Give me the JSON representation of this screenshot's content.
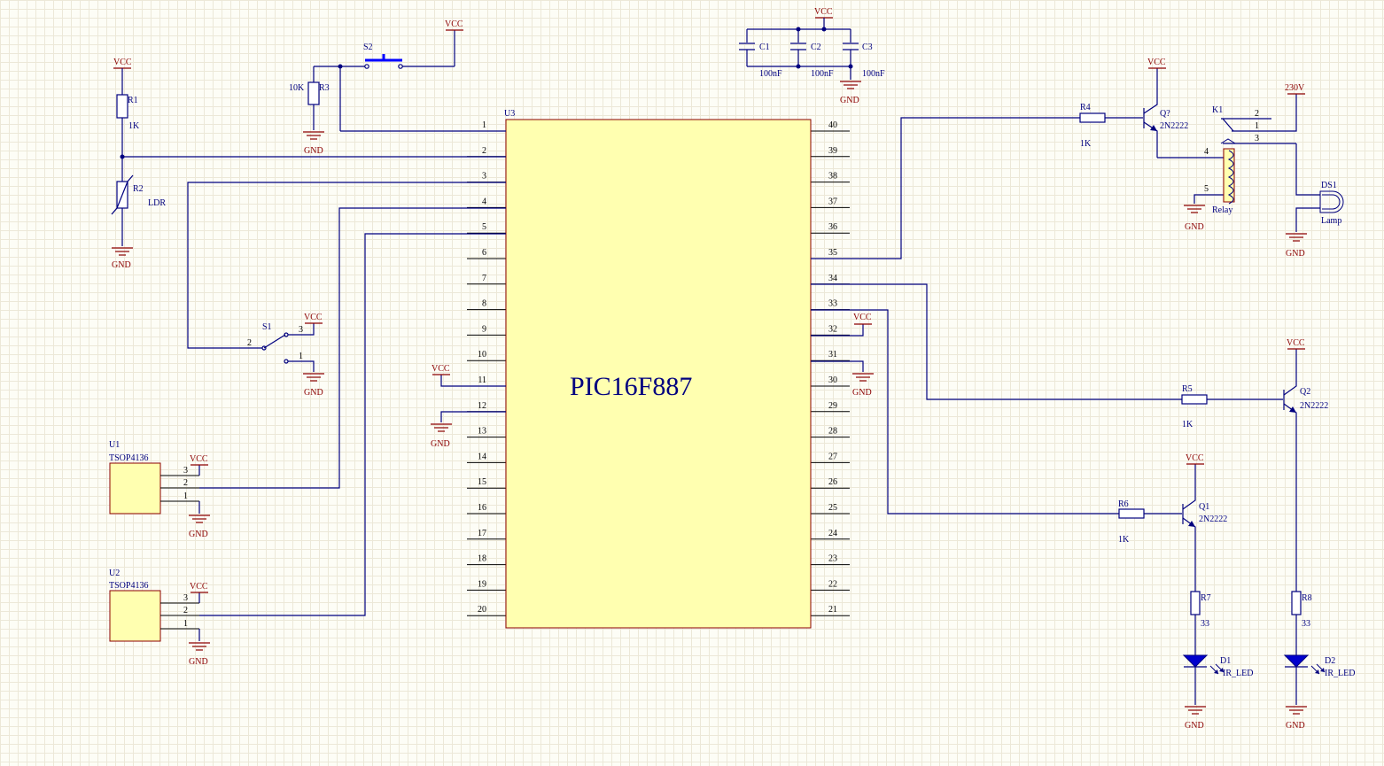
{
  "mcu": {
    "designator": "U3",
    "part": "PIC16F887",
    "left_pins": [
      "1",
      "2",
      "3",
      "4",
      "5",
      "6",
      "7",
      "8",
      "9",
      "10",
      "11",
      "12",
      "13",
      "14",
      "15",
      "16",
      "17",
      "18",
      "19",
      "20"
    ],
    "right_pins": [
      "40",
      "39",
      "38",
      "37",
      "36",
      "35",
      "34",
      "33",
      "32",
      "31",
      "30",
      "29",
      "28",
      "27",
      "26",
      "25",
      "24",
      "23",
      "22",
      "21"
    ]
  },
  "nets": {
    "vcc": "VCC",
    "gnd": "GND",
    "mains": "230V"
  },
  "resistors": {
    "r1": {
      "ref": "R1",
      "value": "1K"
    },
    "r2": {
      "ref": "R2",
      "value": "LDR"
    },
    "r3": {
      "ref": "R3",
      "value": "10K"
    },
    "r4": {
      "ref": "R4",
      "value": "1K"
    },
    "r5": {
      "ref": "R5",
      "value": "1K"
    },
    "r6": {
      "ref": "R6",
      "value": "1K"
    },
    "r7": {
      "ref": "R7",
      "value": "33"
    },
    "r8": {
      "ref": "R8",
      "value": "33"
    }
  },
  "capacitors": [
    {
      "ref": "C1",
      "value": "100nF"
    },
    {
      "ref": "C2",
      "value": "100nF"
    },
    {
      "ref": "C3",
      "value": "100nF"
    }
  ],
  "switches": {
    "s1": {
      "ref": "S1",
      "pins": [
        "1",
        "2",
        "3"
      ]
    },
    "s2": {
      "ref": "S2"
    }
  },
  "sensors": [
    {
      "ref": "U1",
      "part": "TSOP4136",
      "pins": [
        "3",
        "2",
        "1"
      ]
    },
    {
      "ref": "U2",
      "part": "TSOP4136",
      "pins": [
        "3",
        "2",
        "1"
      ]
    }
  ],
  "transistors": {
    "q_relay": {
      "ref": "Q?",
      "part": "2N2222"
    },
    "q1": {
      "ref": "Q1",
      "part": "2N2222"
    },
    "q2": {
      "ref": "Q2",
      "part": "2N2222"
    }
  },
  "relay": {
    "ref": "K1",
    "label": "Relay",
    "pins": [
      "2",
      "1",
      "3",
      "4",
      "5"
    ]
  },
  "lamp": {
    "ref": "DS1",
    "label": "Lamp"
  },
  "leds": [
    {
      "ref": "D1",
      "part": "IR_LED"
    },
    {
      "ref": "D2",
      "part": "IR_LED"
    }
  ]
}
